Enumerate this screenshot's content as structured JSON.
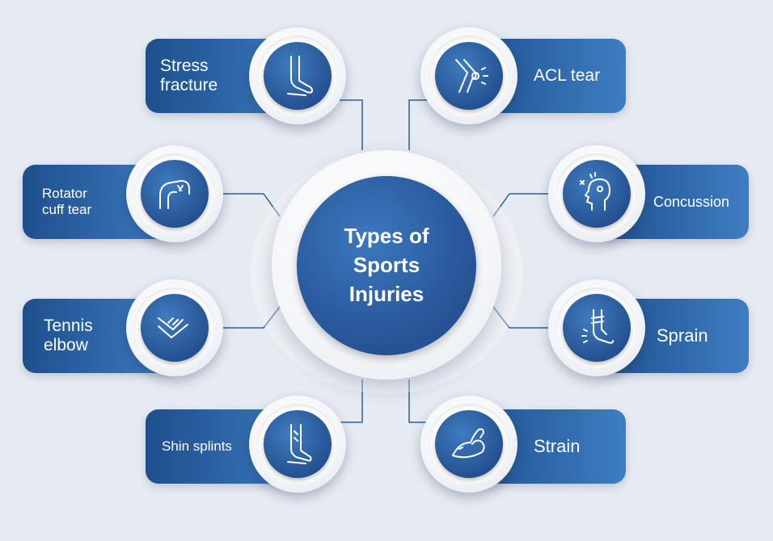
{
  "center": {
    "title": "Types of\nSports\nInjuries"
  },
  "injuries": {
    "stress_fracture": {
      "label": "Stress\nfracture",
      "icon": "foot-icon"
    },
    "acl_tear": {
      "label": "ACL tear",
      "icon": "knee-icon"
    },
    "rotator_cuff_tear": {
      "label": "Rotator\ncuff tear",
      "icon": "shoulder-icon"
    },
    "concussion": {
      "label": "Concussion",
      "icon": "head-injury-icon"
    },
    "tennis_elbow": {
      "label": "Tennis\nelbow",
      "icon": "elbow-icon"
    },
    "sprain": {
      "label": "Sprain",
      "icon": "ankle-icon"
    },
    "shin_splints": {
      "label": "Shin splints",
      "icon": "shin-icon"
    },
    "strain": {
      "label": "Strain",
      "icon": "muscle-arm-icon"
    }
  },
  "colors": {
    "background": "#e6eaf1",
    "pill_dark": "#1e4f8d",
    "pill_light": "#3e7dc2",
    "connector": "#2c5f9e"
  }
}
